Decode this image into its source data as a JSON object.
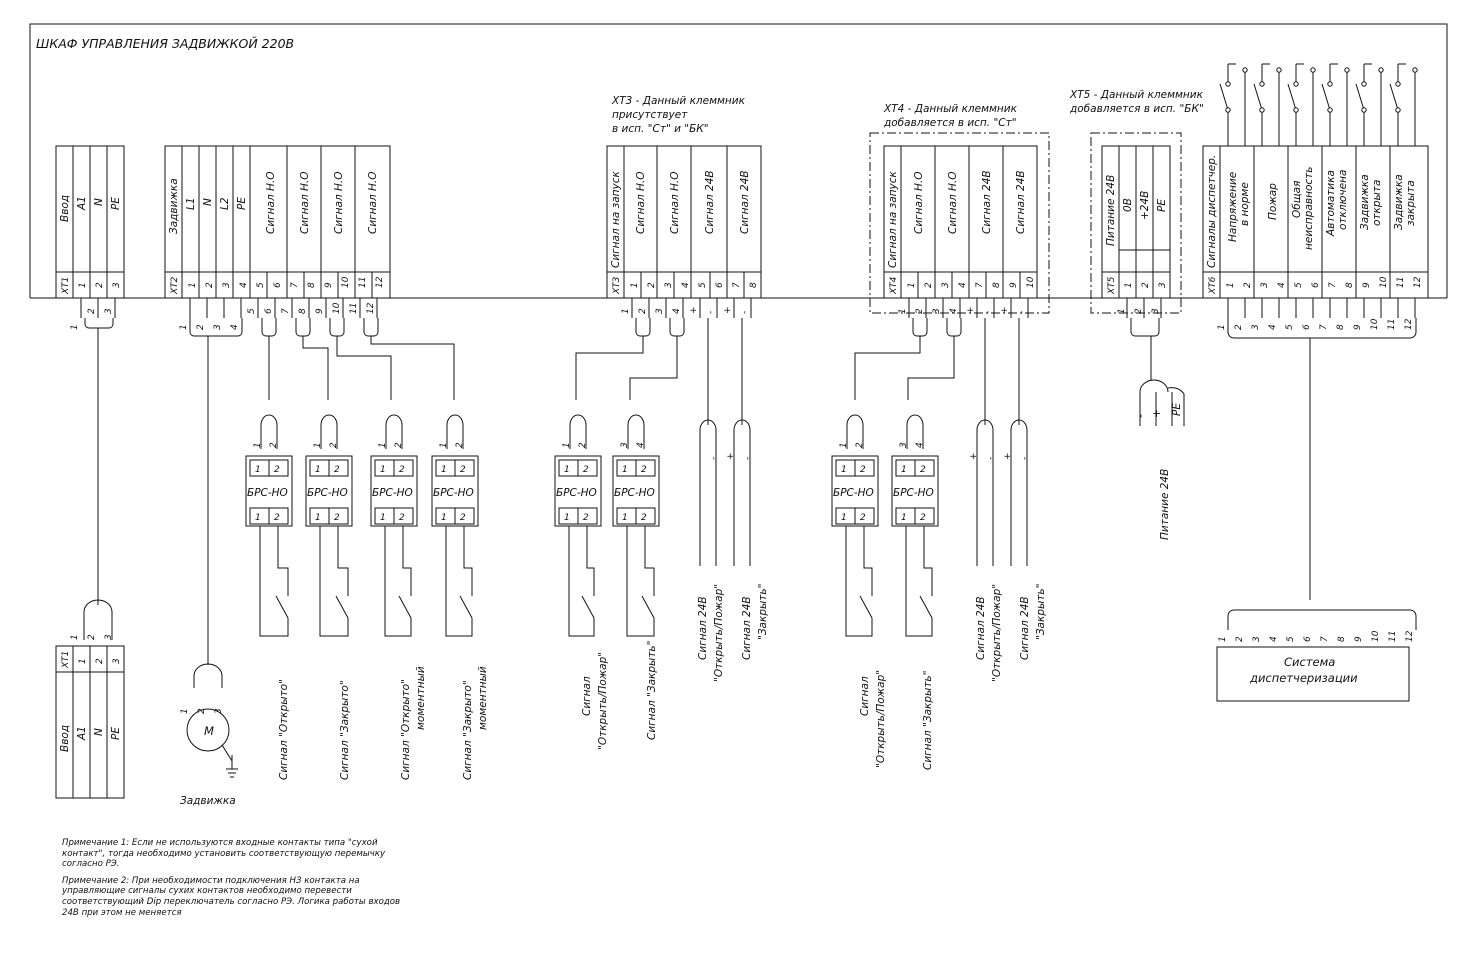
{
  "cabinet_title": "ШКАФ УПРАВЛЕНИЯ ЗАДВИЖКОЙ 220В",
  "notes": {
    "note1": "Примечание  1: Если не используются входные контакты типа \"сухой контакт\", тогда необходимо установить соответствующую перемычку согласно РЭ.",
    "note2": "Примечание  2: При необходимости подключения НЗ контакта на управляющие сигналы сухих контактов необходимо перевести соответствующий Dip переключатель согласно РЭ. Логика работы входов 24В при этом не меняется"
  },
  "xt1": {
    "name": "XT1",
    "labels": [
      "Ввод",
      "A1",
      "N",
      "PE"
    ],
    "pins": [
      "1",
      "2",
      "3"
    ]
  },
  "xt1_remote": {
    "name": "XT1",
    "labels": [
      "Ввод",
      "A1",
      "N",
      "PE"
    ],
    "pins": [
      "1",
      "2",
      "3"
    ]
  },
  "xt2": {
    "name": "XT2",
    "labels": [
      "Задвижка",
      "L1",
      "N",
      "L2",
      "PE",
      "Сигнал Н.О",
      "Сигнал Н.О",
      "Сигнал Н.О",
      "Сигнал Н.О"
    ],
    "pins": [
      "1",
      "2",
      "3",
      "4",
      "5",
      "6",
      "7",
      "8",
      "9",
      "10",
      "11",
      "12"
    ]
  },
  "xt3": {
    "name": "XT3",
    "note": "XT3 - Данный клеммник присутствует в исп. \"Ст\" и \"БК\"",
    "labels": [
      "Сигнал на запуск",
      "Сигнал Н.О",
      "Сигнал Н.О",
      "Сигнал 24В",
      "Сигнал 24В"
    ],
    "pins": [
      "1",
      "2",
      "3",
      "4",
      "5",
      "6",
      "7",
      "8"
    ]
  },
  "xt4": {
    "name": "XT4",
    "note": "XT4 - Данный клеммник добавляется в исп. \"Ст\"",
    "labels": [
      "Сигнал на запуск",
      "Сигнал Н.О",
      "Сигнал Н.О",
      "Сигнал 24В",
      "Сигнал 24В"
    ],
    "pins": [
      "1",
      "2",
      "3",
      "4",
      "7",
      "8",
      "9",
      "10"
    ]
  },
  "xt5": {
    "name": "XT5",
    "note": "XT5 - Данный клеммник добавляется в исп. \"БК\"",
    "labels": [
      "Питание 24В",
      "0В",
      "+24В",
      "PE"
    ],
    "pins": [
      "1",
      "2",
      "3"
    ]
  },
  "xt6": {
    "name": "XT6",
    "labels": [
      "Сигналы диспетчер.",
      "Напряжение в норме",
      "Пожар",
      "Общая неисправность",
      "Автоматика отключена",
      "Задвижка открыта",
      "Задвижка закрыта"
    ],
    "pins": [
      "1",
      "2",
      "3",
      "4",
      "5",
      "6",
      "7",
      "8",
      "9",
      "10",
      "11",
      "12"
    ]
  },
  "brs_label": "БРС-НО",
  "motor": {
    "symbol": "М",
    "label": "Задвижка"
  },
  "signals": {
    "xt2_1": "Сигнал  \"Открыто\"",
    "xt2_2": "Сигнал  \"Закрыто\"",
    "xt2_3a": "Сигнал  \"Открыто\"",
    "xt2_3b": "моментный",
    "xt2_4a": "Сигнал  \"Закрыто\"",
    "xt2_4b": "моментный",
    "xt3_1a": "Сигнал",
    "xt3_1b": "\"Открыть/Пожар\"",
    "xt3_2": "Сигнал  \"Закрыть\"",
    "xt3_3a": "Сигнал 24В",
    "xt3_3b": "\"Открыть/Пожар\"",
    "xt3_4a": "Сигнал 24В",
    "xt3_4b": "\"Закрыть\"",
    "xt4_1a": "Сигнал",
    "xt4_1b": "\"Открыть/Пожар\"",
    "xt4_2": "Сигнал  \"Закрыть\"",
    "xt4_3a": "Сигнал 24В",
    "xt4_3b": "\"Открыть/Пожар\"",
    "xt4_4a": "Сигнал 24В",
    "xt4_4b": "\"Закрыть\"",
    "power": "Питание 24В"
  },
  "dispatch": {
    "line1": "Система",
    "line2": "диспетчеризации",
    "pins": [
      "1",
      "2",
      "3",
      "4",
      "5",
      "6",
      "7",
      "8",
      "9",
      "10",
      "11",
      "12"
    ]
  },
  "polarity": {
    "minus": "-",
    "plus": "+",
    "pe": "PE"
  }
}
